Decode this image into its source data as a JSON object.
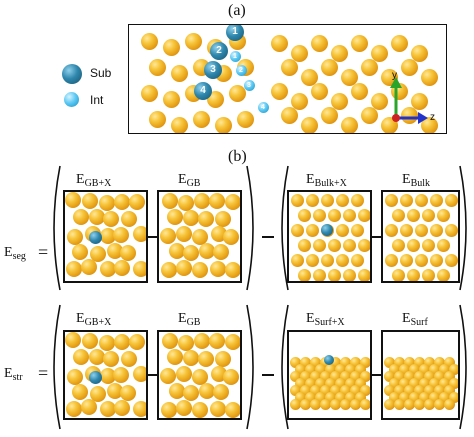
{
  "panel_a": {
    "label": "(a)",
    "site_numbers": [
      "1",
      "2",
      "3",
      "4"
    ],
    "int_numbers": [
      "1",
      "2",
      "3",
      "4"
    ],
    "legend": {
      "sub_label": "Sub",
      "int_label": "Int"
    },
    "axes": {
      "y_label": "y",
      "z_label": "z"
    }
  },
  "panel_b": {
    "label": "(b)",
    "eseg": {
      "lhs_main": "E",
      "lhs_sub": "seg",
      "equals": "="
    },
    "estr": {
      "lhs_main": "E",
      "lhs_sub": "str",
      "equals": "="
    },
    "terms_row1": [
      {
        "main": "E",
        "sub": "GB+X"
      },
      {
        "main": "E",
        "sub": "GB"
      },
      {
        "main": "E",
        "sub": "Bulk+X"
      },
      {
        "main": "E",
        "sub": "Bulk"
      }
    ],
    "terms_row2": [
      {
        "main": "E",
        "sub": "GB+X"
      },
      {
        "main": "E",
        "sub": "GB"
      },
      {
        "main": "E",
        "sub": "Surf+X"
      },
      {
        "main": "E",
        "sub": "Surf"
      }
    ]
  },
  "colors": {
    "host_atom": "#f0b429",
    "substitutional": "#1f6f94",
    "interstitial": "#3cc0f0",
    "axis_y": "#2aa52a",
    "axis_z": "#2233cc",
    "axis_x": "#cc2222"
  }
}
